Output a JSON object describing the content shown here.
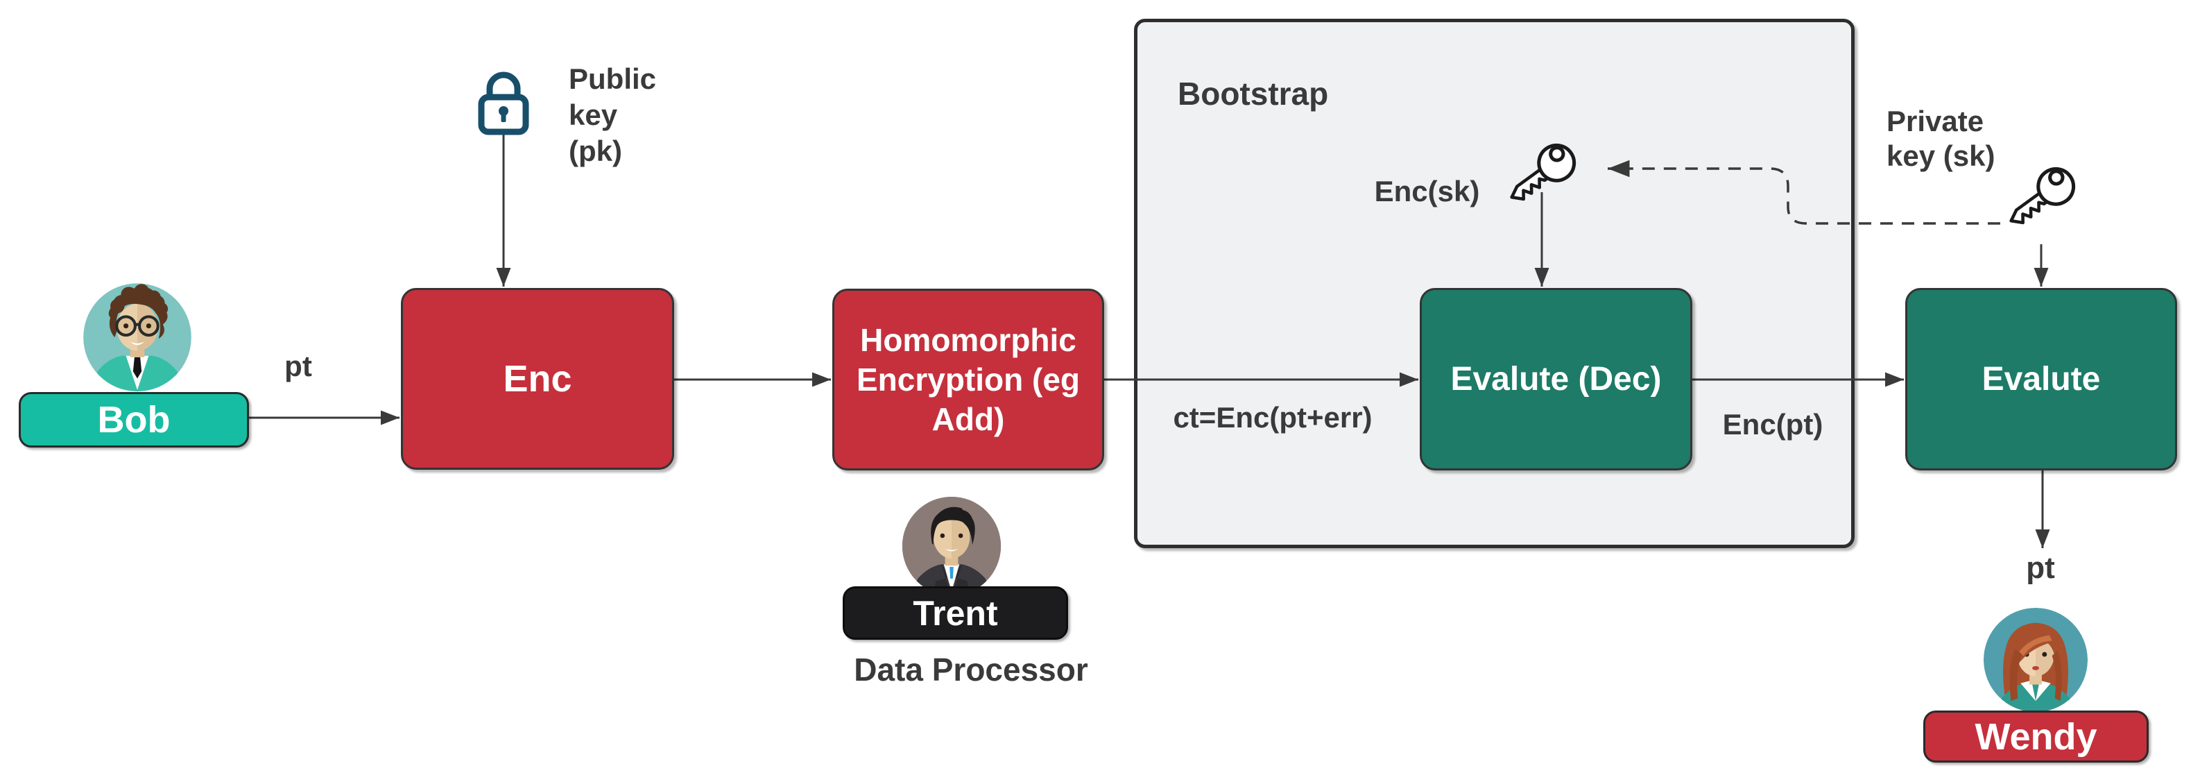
{
  "palette": {
    "red": "#c5303c",
    "green": "#1d7b67",
    "teal": "#16bda3",
    "black_badge": "#1c1c1e",
    "bootstrap_fill": "#f0f1f2",
    "border_dark": "#2e2e2e",
    "label_dark": "#3a3a3a",
    "lock_blue": "#174f6b",
    "white": "#ffffff"
  },
  "actors": {
    "bob": {
      "name": "Bob",
      "icon": "man-avatar-icon"
    },
    "trent": {
      "name": "Trent",
      "role": "Data Processor",
      "icon": "man-avatar-icon"
    },
    "wendy": {
      "name": "Wendy",
      "icon": "woman-avatar-icon"
    }
  },
  "nodes": {
    "enc": {
      "label": "Enc"
    },
    "homomorphic": {
      "label": "Homomorphic Encryption (eg Add)"
    },
    "evaluate_dec": {
      "label": "Evalute (Dec)"
    },
    "evaluate": {
      "label": "Evalute"
    }
  },
  "container": {
    "bootstrap_label": "Bootstrap"
  },
  "keys": {
    "public": {
      "label": "Public key (pk)",
      "icon": "lock-icon"
    },
    "enc_sk": {
      "label": "Enc(sk)",
      "icon": "key-icon"
    },
    "private": {
      "label": "Private key (sk)",
      "icon": "key-icon"
    }
  },
  "edges": {
    "bob_to_enc": "pt",
    "to_evaluate_dec": "ct=Enc(pt+err)",
    "to_evaluate": "Enc(pt)",
    "evaluate_out": "pt"
  }
}
